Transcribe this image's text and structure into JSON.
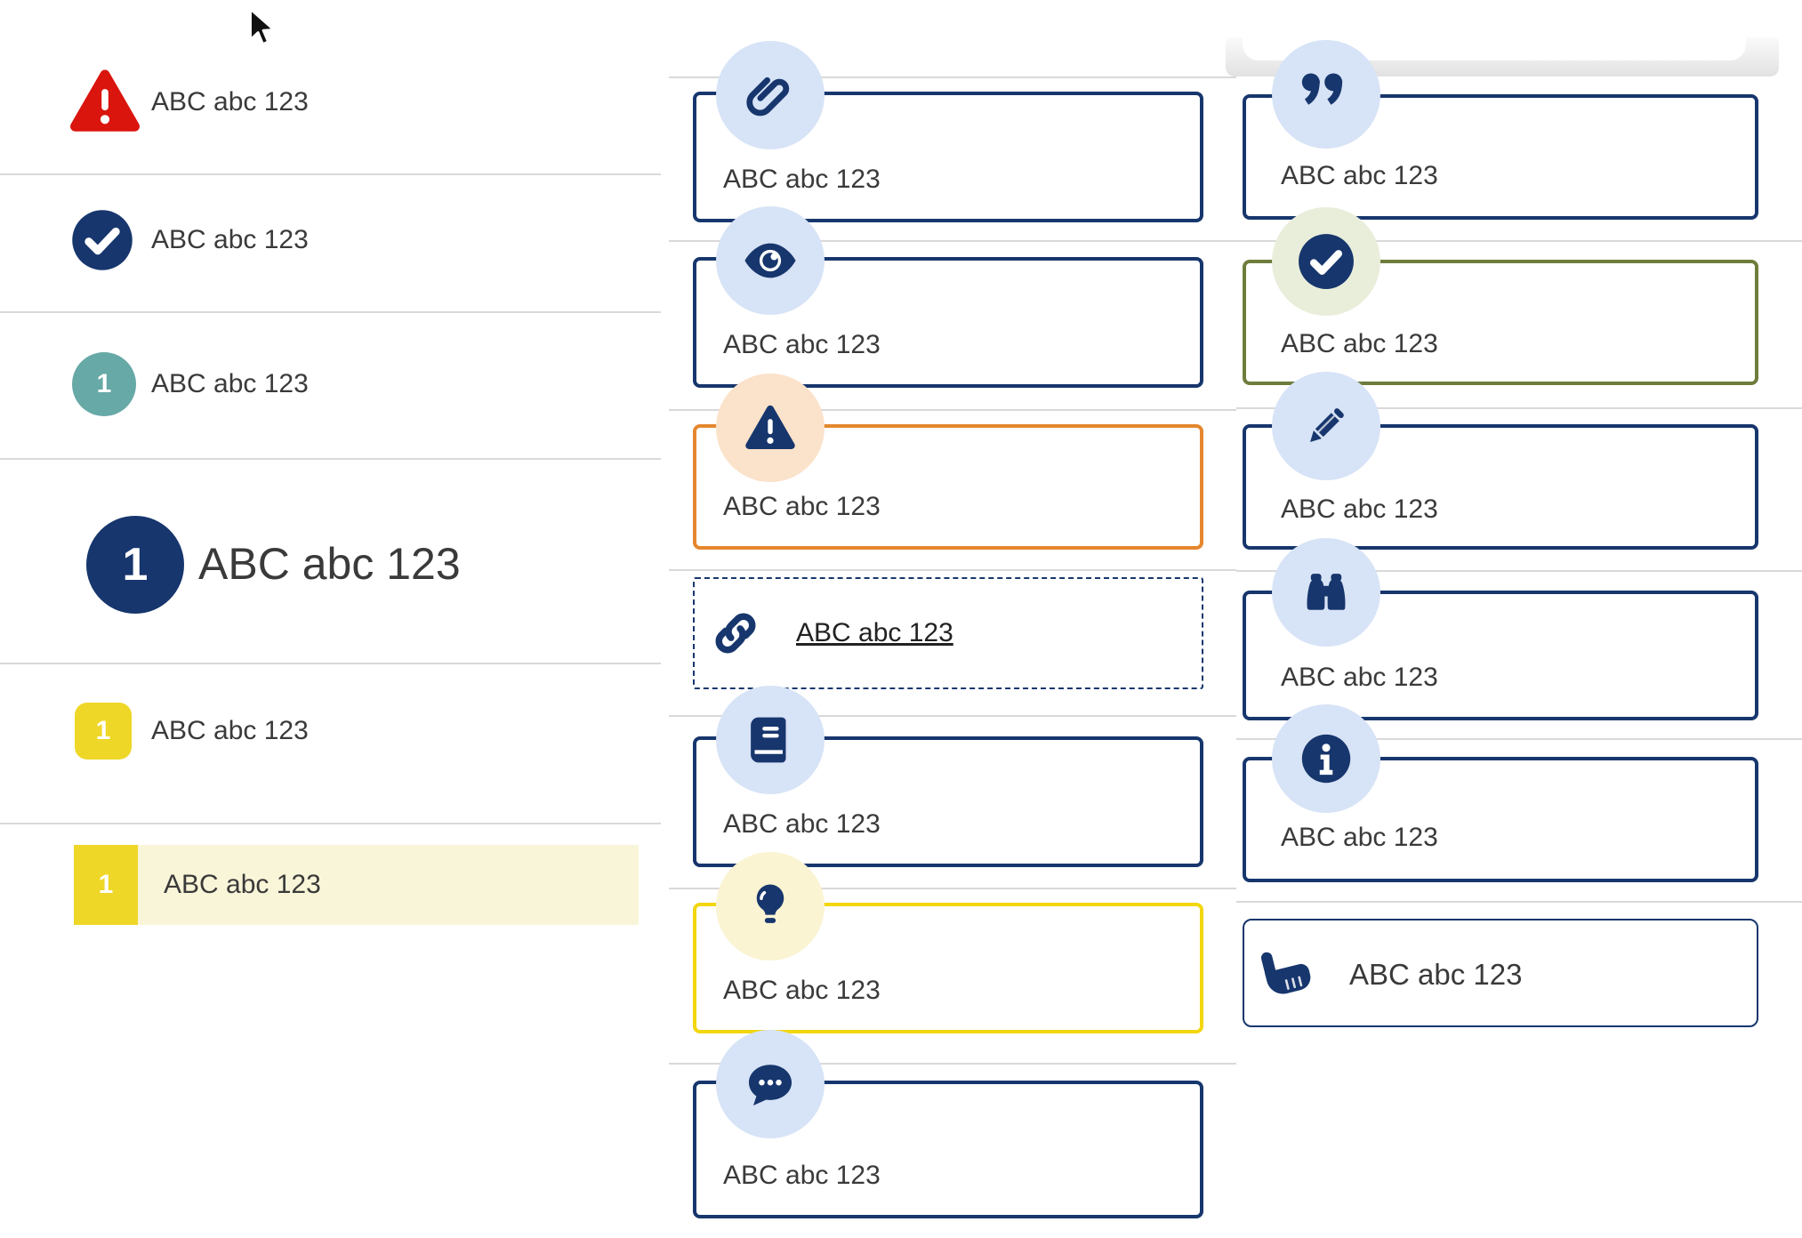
{
  "page": {
    "background": "#ffffff"
  },
  "colors": {
    "navy": "#17366d",
    "red": "#d9150e",
    "teal": "#67a9a7",
    "yellow": "#eed727",
    "yellow_border": "#f2d60e",
    "orange": "#e5872e",
    "olive": "#6e7d3b",
    "light_blue_circle": "#d7e3f6",
    "peach_circle": "#fbe2ca",
    "sage_circle": "#e9eedb",
    "pale_yellow_circle": "#faf4d3",
    "highlight_band": "#f9f5d8",
    "divider_grey": "#d9d9d9",
    "text": "#3a3a3a"
  },
  "cursor": {
    "icon": "arrow-pointer-icon"
  },
  "top_banner": {
    "description": "partially-scrolled-card-edge"
  },
  "left_list": {
    "items": [
      {
        "icon": "warning-triangle-icon",
        "label": "ABC abc 123"
      },
      {
        "icon": "check-circle-icon",
        "label": "ABC abc 123"
      },
      {
        "icon": "number-badge-teal",
        "badge": "1",
        "label": "ABC abc 123"
      },
      {
        "icon": "number-badge-navy-large",
        "badge": "1",
        "label": "ABC abc 123"
      },
      {
        "icon": "number-badge-yellow",
        "badge": "1",
        "label": "ABC abc 123"
      },
      {
        "icon": "number-badge-yellow",
        "badge": "1",
        "label": "ABC abc 123",
        "highlighted": true
      }
    ]
  },
  "middle_callouts": [
    {
      "icon": "paperclip-icon",
      "label": "ABC abc 123",
      "border": "navy"
    },
    {
      "icon": "eye-icon",
      "label": "ABC abc 123",
      "border": "navy"
    },
    {
      "icon": "warning-triangle-icon",
      "label": "ABC abc 123",
      "border": "orange"
    },
    {
      "icon": "link-icon",
      "label": "ABC abc 123",
      "border": "navy-dashed",
      "is_link": true
    },
    {
      "icon": "book-icon",
      "label": "ABC abc 123",
      "border": "navy"
    },
    {
      "icon": "lightbulb-icon",
      "label": "ABC abc 123",
      "border": "yellow"
    },
    {
      "icon": "chat-bubble-icon",
      "label": "ABC abc 123",
      "border": "navy"
    }
  ],
  "right_callouts": [
    {
      "icon": "quote-icon",
      "label": "ABC abc 123",
      "border": "navy"
    },
    {
      "icon": "check-circle-icon",
      "label": "ABC abc 123",
      "border": "olive"
    },
    {
      "icon": "pencil-icon",
      "label": "ABC abc 123",
      "border": "navy"
    },
    {
      "icon": "binoculars-icon",
      "label": "ABC abc 123",
      "border": "navy"
    },
    {
      "icon": "info-circle-icon",
      "label": "ABC abc 123",
      "border": "navy"
    },
    {
      "icon": "hand-point-icon",
      "label": "ABC abc 123",
      "border": "navy-thin"
    }
  ]
}
